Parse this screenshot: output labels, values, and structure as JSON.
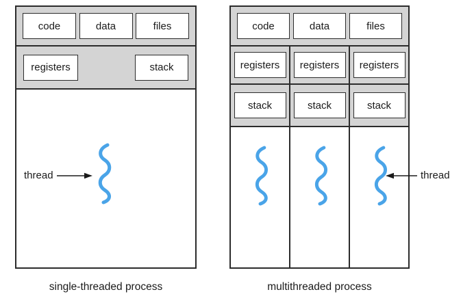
{
  "left_process": {
    "top_row": [
      "code",
      "data",
      "files"
    ],
    "middle_row": [
      "registers",
      "stack"
    ],
    "thread_label": "thread",
    "caption": "single-threaded process"
  },
  "right_process": {
    "top_row": [
      "code",
      "data",
      "files"
    ],
    "columns": [
      {
        "registers": "registers",
        "stack": "stack"
      },
      {
        "registers": "registers",
        "stack": "stack"
      },
      {
        "registers": "registers",
        "stack": "stack"
      }
    ],
    "thread_label": "thread",
    "caption": "multithreaded process"
  },
  "colors": {
    "section_gray": "#d4d4d4",
    "border_dark": "#2b2b2b",
    "thread_blue": "#4aa4e8",
    "background": "#ffffff"
  }
}
